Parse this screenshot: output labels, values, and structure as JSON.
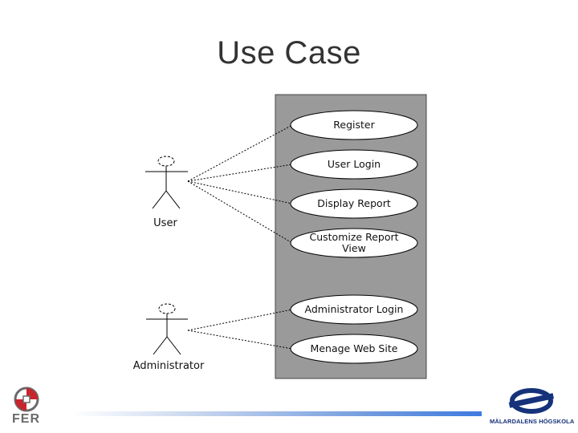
{
  "slide": {
    "title": "Use Case"
  },
  "actors": [
    {
      "id": "user",
      "name": "User"
    },
    {
      "id": "admin",
      "name": "Administrator"
    }
  ],
  "use_cases": [
    {
      "id": "register",
      "lines": [
        "Register"
      ],
      "actor": "user"
    },
    {
      "id": "user-login",
      "lines": [
        "User Login"
      ],
      "actor": "user"
    },
    {
      "id": "display-report",
      "lines": [
        "Display Report"
      ],
      "actor": "user"
    },
    {
      "id": "customize-report-view",
      "lines": [
        "Customize Report",
        "View"
      ],
      "actor": "user"
    },
    {
      "id": "administrator-login",
      "lines": [
        "Administrator Login"
      ],
      "actor": "admin"
    },
    {
      "id": "menage-web-site",
      "lines": [
        "Menage Web Site"
      ],
      "actor": "admin"
    }
  ],
  "footer": {
    "left_logo_text": "FER",
    "right_logo_text": "MÄLARDALENS HÖGSKOLA",
    "left_logo_colors": [
      "#c9252c",
      "#6a6a6a"
    ],
    "right_logo_color": "#15327a",
    "bar_color": "#3f7be0"
  }
}
